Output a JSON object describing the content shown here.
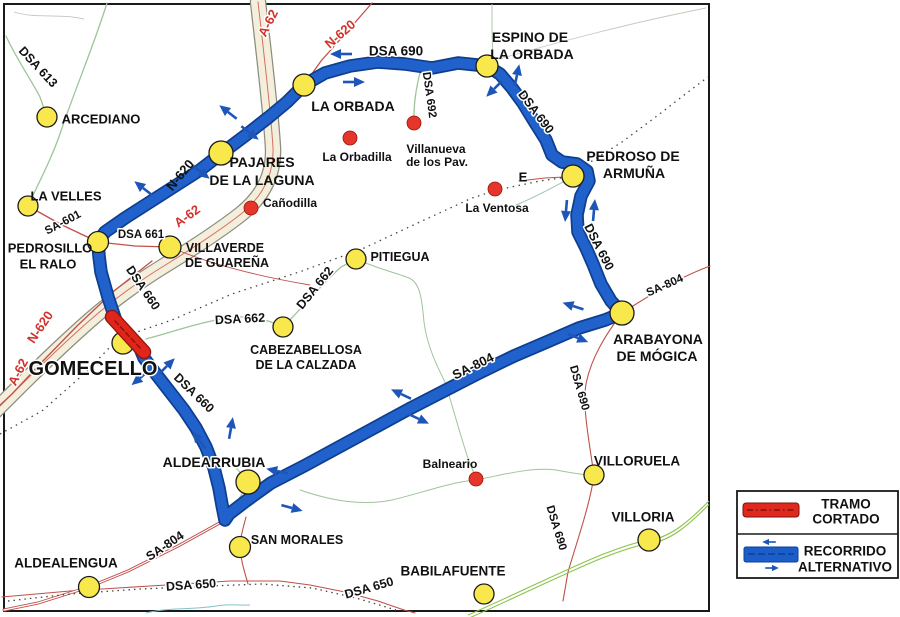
{
  "legend": {
    "closed": {
      "line1": "TRAMO",
      "line2": "CORTADO"
    },
    "alternative": {
      "line1": "RECORRIDO",
      "line2": "ALTERNATIVO"
    }
  },
  "towns": {
    "arcediano": "ARCEDIANO",
    "la_velles": "LA VELLES",
    "pedrosillo_l1": "PEDROSILLO",
    "pedrosillo_l2": "EL RALO",
    "gomecello": "GOMECELLO",
    "pajares_l1": "PAJARES",
    "pajares_l2": "DE LA LAGUNA",
    "la_orbada": "LA ORBADA",
    "espino_l1": "ESPINO DE",
    "espino_l2": "LA ORBADA",
    "pedroso_l1": "PEDROSO DE",
    "pedroso_l2": "ARMUÑA",
    "villaverde_l1": "VILLAVERDE",
    "villaverde_l2": "DE GUAREÑA",
    "pitiegua": "PITIEGUA",
    "cabezabellosa_l1": "CABEZABELLOSA",
    "cabezabellosa_l2": "DE LA CALZADA",
    "arabayona_l1": "ARABAYONA",
    "arabayona_l2": "DE MÓGICA",
    "aldearrubia": "ALDEARRUBIA",
    "san_morales": "SAN MORALES",
    "aldealengua": "ALDEALENGUA",
    "babilafuente": "BABILAFUENTE",
    "villoruela": "VILLORUELA",
    "villoria": "VILLORIA"
  },
  "places": {
    "la_orbadilla": "La Orbadilla",
    "villanueva_l1": "Villanueva",
    "villanueva_l2": "de los Pav.",
    "canodilla": "Cañodilla",
    "la_ventosa": "La Ventosa",
    "balneario": "Balneario",
    "e": "E"
  },
  "roads": {
    "a62": "A-62",
    "n620": "N-620",
    "sa601": "SA-601",
    "sa804": "SA-804",
    "dsa613": "DSA 613",
    "dsa650": "DSA 650",
    "dsa660": "DSA 660",
    "dsa661": "DSA 661",
    "dsa662": "DSA 662",
    "dsa690": "DSA 690",
    "dsa692": "DSA 692"
  },
  "colors": {
    "alternative_route_blue": "#1c5ec9",
    "closed_section_red": "#df291e",
    "town_marker_yellow": "#f9e84b",
    "place_marker_red": "#e6352b",
    "minor_road_red": "#c0504a",
    "minor_road_green": "#9ec49a",
    "motorway_band_fill": "#f4efdd",
    "highway_label_red": "#d2322a"
  }
}
